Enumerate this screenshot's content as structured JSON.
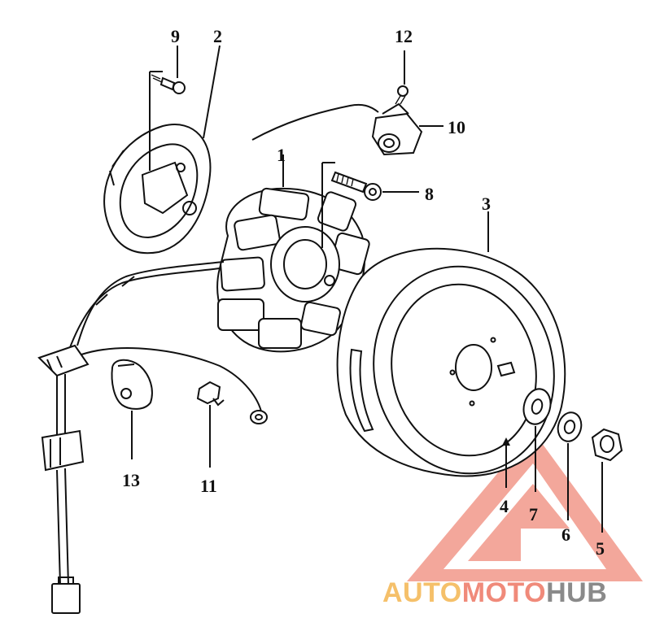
{
  "diagram": {
    "callouts": [
      {
        "id": "1",
        "text": "1"
      },
      {
        "id": "2",
        "text": "2"
      },
      {
        "id": "3",
        "text": "3"
      },
      {
        "id": "4",
        "text": "4"
      },
      {
        "id": "5",
        "text": "5"
      },
      {
        "id": "6",
        "text": "6"
      },
      {
        "id": "7",
        "text": "7"
      },
      {
        "id": "8",
        "text": "8"
      },
      {
        "id": "9",
        "text": "9"
      },
      {
        "id": "10",
        "text": "10"
      },
      {
        "id": "11",
        "text": "11"
      },
      {
        "id": "12",
        "text": "12"
      },
      {
        "id": "13",
        "text": "13"
      }
    ]
  },
  "watermark": {
    "brand_auto": "AUTO",
    "brand_moto": "MOTO",
    "brand_hub": "HUB",
    "color_primary": "#f08a7a",
    "color_auto": "#f5c06a",
    "color_hub": "#8a8a8a"
  }
}
